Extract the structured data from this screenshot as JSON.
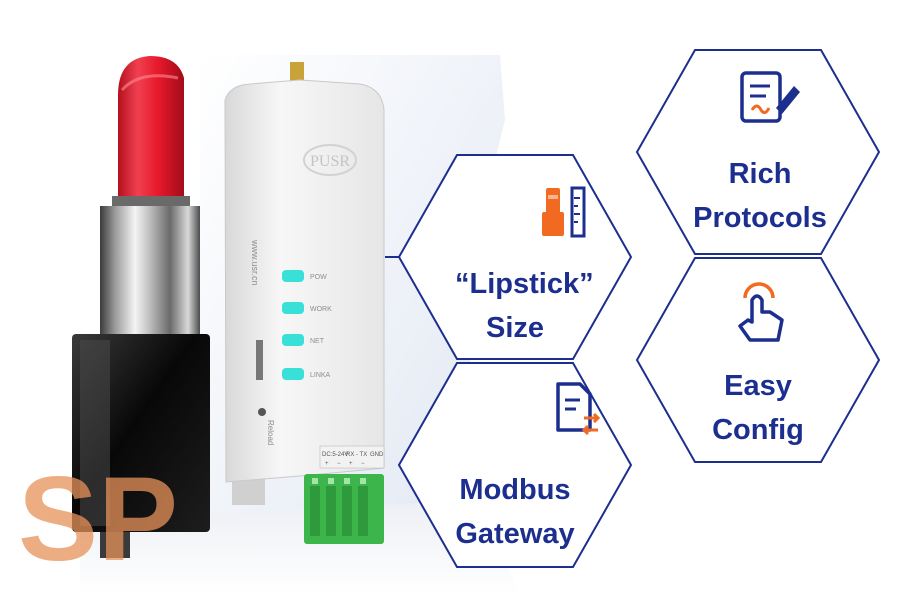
{
  "features": [
    {
      "id": "lipstick-size",
      "label": "“Lipstick”\nSize",
      "icon": "lipstick-ruler-icon"
    },
    {
      "id": "rich-protocols",
      "label": "Rich\nProtocols",
      "icon": "document-pen-icon"
    },
    {
      "id": "easy-config",
      "label": "Easy\nConfig",
      "icon": "touch-hand-icon"
    },
    {
      "id": "modbus-gateway",
      "label": "Modbus\nGateway",
      "icon": "document-exchange-icon"
    }
  ],
  "device": {
    "brand": "PUSR",
    "website": "www.usr.cn",
    "leds": [
      "POW",
      "WORK",
      "NET",
      "LINKA"
    ],
    "reload_label": "Reload",
    "terminal_labels": [
      "DC:5-24V",
      "RX - TX",
      "GND"
    ],
    "terminal_signs": [
      "+",
      "−",
      "+",
      "−"
    ]
  },
  "watermark": "SP",
  "colors": {
    "hex_border": "#1c2f8f",
    "hex_text": "#1c2f8f",
    "icon_orange": "#f26a21",
    "led": "#38e0d8",
    "lipstick_red": "#e8192c",
    "terminal_green": "#3cb54a"
  }
}
